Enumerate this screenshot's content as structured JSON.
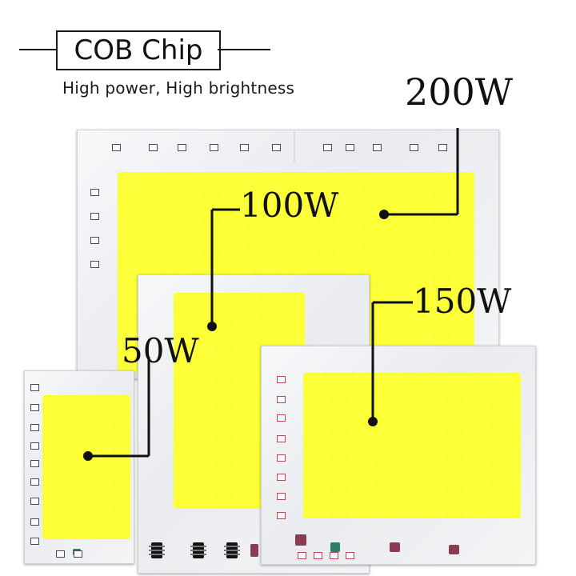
{
  "header": {
    "title": "COB Chip",
    "subtitle": "High power, High brightness"
  },
  "labels": {
    "w200": "200W",
    "w100": "100W",
    "w150": "150W",
    "w50": "50W"
  },
  "colors": {
    "led": "#fbff33",
    "board": "#eef0f2",
    "leader": "#111111"
  }
}
